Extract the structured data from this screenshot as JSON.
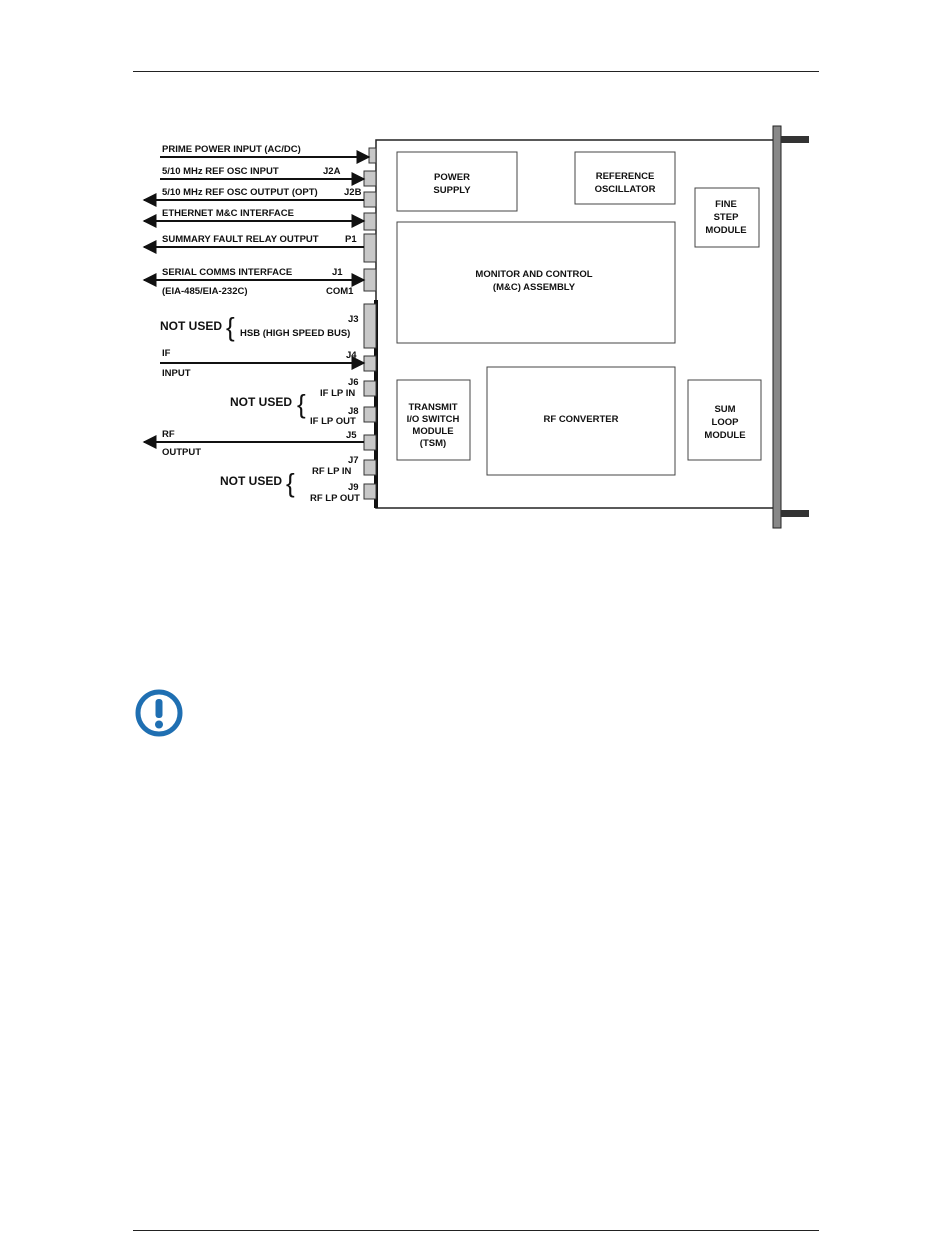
{
  "diagram": {
    "inputs": {
      "prime_power": "PRIME POWER INPUT (AC/DC)",
      "ref_osc_input": "5/10 MHz REF OSC INPUT",
      "j2a": "J2A",
      "ref_osc_output": "5/10 MHz REF OSC OUTPUT (OPT)",
      "j2b": "J2B",
      "ethernet": "ETHERNET M&C INTERFACE",
      "fault_relay": "SUMMARY FAULT RELAY OUTPUT",
      "p1": "P1",
      "serial": "SERIAL COMMS INTERFACE",
      "j1": "J1",
      "serial_sub": "(EIA-485/EIA-232C)",
      "com1": "COM1",
      "j3": "J3",
      "hsb": "HSB (HIGH SPEED BUS)",
      "if_label": "IF",
      "j4": "J4",
      "if_input": "INPUT",
      "j6": "J6",
      "if_lp_in": "IF LP IN",
      "j8": "J8",
      "if_lp_out": "IF LP OUT",
      "rf_label": "RF",
      "j5": "J5",
      "rf_output": "OUTPUT",
      "j7": "J7",
      "rf_lp_in": "RF LP IN",
      "j9": "J9",
      "rf_lp_out": "RF LP OUT",
      "not_used": "NOT USED"
    },
    "modules": {
      "power_supply_1": "POWER",
      "power_supply_2": "SUPPLY",
      "ref_osc_1": "REFERENCE",
      "ref_osc_2": "OSCILLATOR",
      "fine_step_1": "FINE",
      "fine_step_2": "STEP",
      "fine_step_3": "MODULE",
      "mc_1": "MONITOR AND CONTROL",
      "mc_2": "(M&C) ASSEMBLY",
      "tsm_1": "TRANSMIT",
      "tsm_2": "I/O SWITCH",
      "tsm_3": "MODULE",
      "tsm_4": "(TSM)",
      "rf_converter": "RF CONVERTER",
      "sum_loop_1": "SUM",
      "sum_loop_2": "LOOP",
      "sum_loop_3": "MODULE"
    }
  },
  "colors": {
    "notice_icon": "#1f6fb2"
  },
  "icons": {
    "notice": "notice-exclamation-icon"
  }
}
